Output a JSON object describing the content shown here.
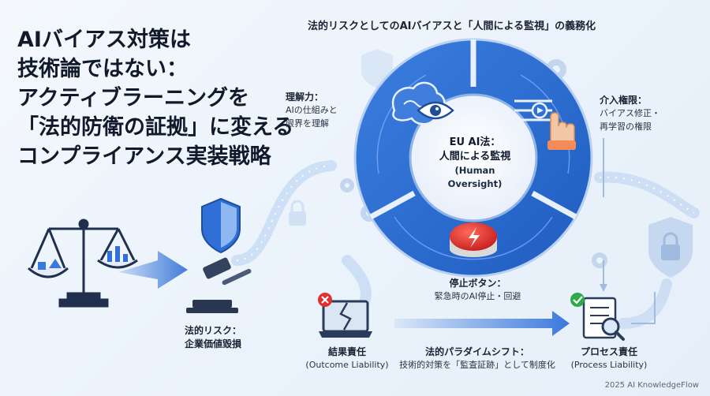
{
  "headline": {
    "line1": "AIバイアス対策は",
    "line2": "技術論ではない：",
    "line3": "アクティブラーニングを",
    "line4": "「法的防衛の証拠」に変える",
    "line5": "コンプライアンス実装戦略"
  },
  "diagram_title": "法的リスクとしてのAIバイアスと「人間による監視」の義務化",
  "core": {
    "line1": "EU AI法：",
    "line2": "人間による監視",
    "line3": "(Human",
    "line4": "Oversight)"
  },
  "understanding": {
    "label": "理解力：",
    "sub1": "AIの仕組みと",
    "sub2": "限界を理解"
  },
  "intervention": {
    "label": "介入権限：",
    "sub1": "バイアス修正・",
    "sub2": "再学習の権限"
  },
  "stop_button": {
    "label": "停止ボタン：",
    "sub": "緊急時のAI停止・回避"
  },
  "legal_risk": {
    "label": "法的リスク：",
    "sub": "企業価値毀損"
  },
  "outcome": {
    "label": "結果責任",
    "sub": "(Outcome Liability)"
  },
  "paradigm": {
    "label": "法的パラダイムシフト：",
    "sub": "技術的対策を「監査証跡」として制度化"
  },
  "process": {
    "label": "プロセス責任",
    "sub": "(Process Liability)"
  },
  "credit": "2025 AI KnowledgeFlow",
  "colors": {
    "primary": "#2f6fd6",
    "dark_blue": "#1d4e9e",
    "light_blue": "#a9c8ef",
    "alert_red": "#e03030",
    "check_green": "#2eaa4a"
  },
  "icons": [
    "scale-icon",
    "shield-icon",
    "gavel-icon",
    "brain-icon",
    "eye-icon",
    "touch-control-icon",
    "stop-button-icon",
    "broken-laptop-icon",
    "checklist-magnifier-icon",
    "lock-icon",
    "gear-icon"
  ]
}
